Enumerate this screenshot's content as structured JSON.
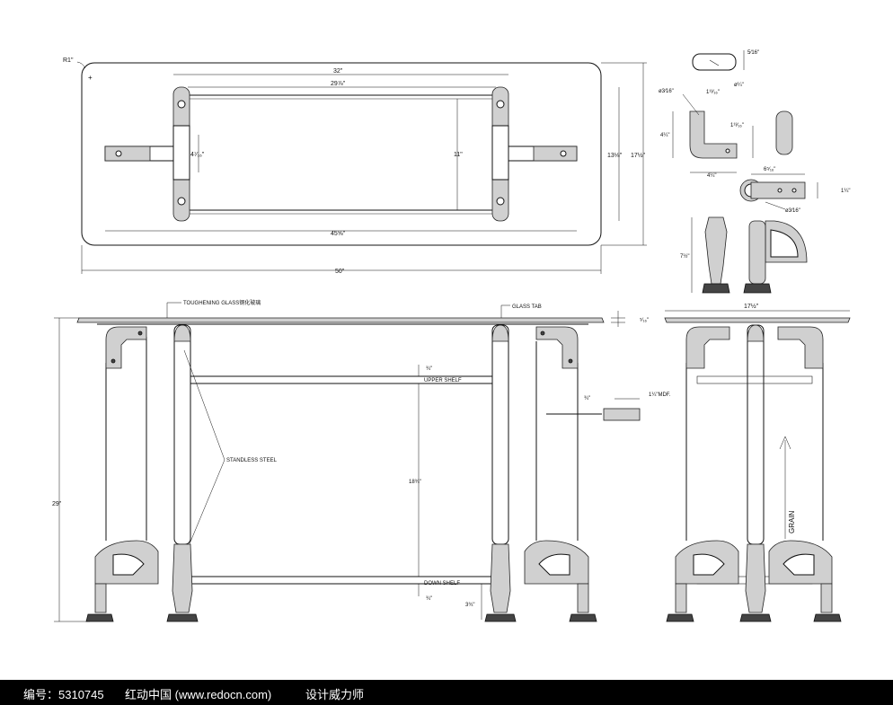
{
  "dims": {
    "radius": "R1\"",
    "top_overall_inner": "32\"",
    "top_rail_span": "29⅞\"",
    "top_height_inner": "13⅛\"",
    "top_depth_overall": "17½\"",
    "top_width_overall": "50\"",
    "inner_height": "11\"",
    "base_length": "45⅝\"",
    "spacing_small": "4⁷⁄₁₆\"",
    "front_height": "29\"",
    "glass_thickness": "⁵⁄₁₆\"",
    "upper_gap": "¾\"",
    "shelf_spacing": "18¾\"",
    "lower_gap": "¾\"",
    "foot_height": "3¾\"",
    "side_depth": "17½\"",
    "tab_width": "5⁄16\"",
    "pin_dia": "ø¼\"",
    "hole_dia": "ø3⁄16\"",
    "bracket_l1": "1¹³⁄₁₆\"",
    "bracket_l2": "1¹³⁄₁₆\"",
    "bracket_h": "4¼\"",
    "bracket_w": "4¼\"",
    "clip_len": "6⁵⁄₁₆\"",
    "clip_h": "1¼\"",
    "clip_hole": "ø3⁄16\"",
    "foot_len": "7½\"",
    "mdf_gap": "¾\"",
    "mdf_thick": "1¼\"MDF."
  },
  "labels": {
    "toughening_glass": "TOUGHENING GLASS钢化玻璃",
    "glass_tab": "GLASS TAB",
    "upper_shelf": "UPPER SHELF",
    "down_shelf": "DOWN SHELF",
    "stainless_steel": "STANDLESS STEEL",
    "grain": "GRAIN",
    "plus_mark": "+"
  },
  "footer": {
    "id_label": "编号：5310745",
    "site": "红动中国 (www.redocn.com)",
    "credit": "设计威力师"
  }
}
